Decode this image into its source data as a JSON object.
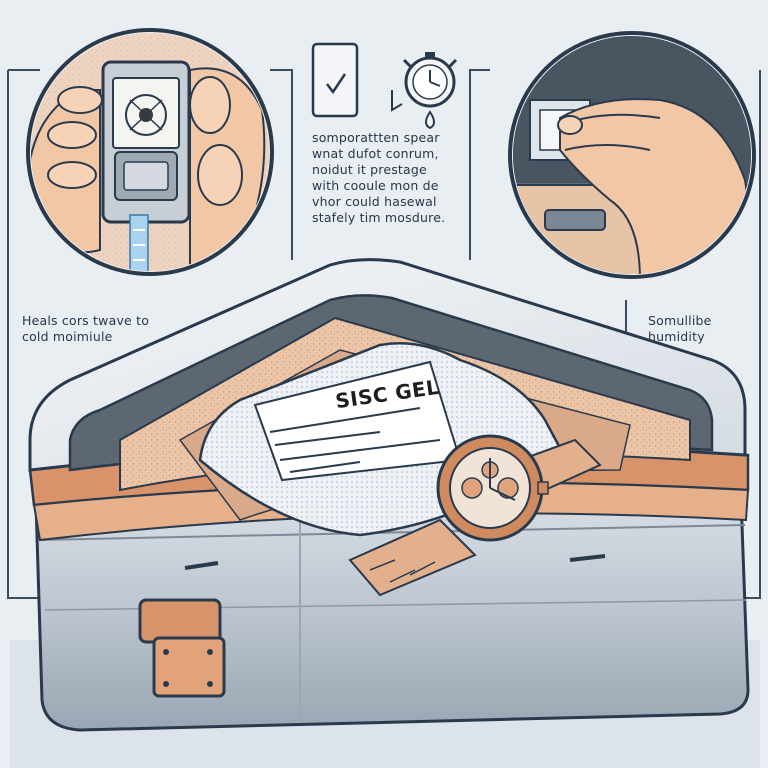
{
  "center_text": {
    "lines": [
      "somporattten spear",
      "wnat dufot conrum,",
      "noidut it prestage",
      "with cooule mon de",
      "vhor could hasewal",
      "stafely tim mosdure."
    ]
  },
  "left_caption": {
    "lines": [
      "Heals cors twave to",
      "cold moimiule"
    ]
  },
  "right_caption": {
    "lines": [
      "Somullibe",
      "humidity"
    ]
  },
  "packet": {
    "title": "SISC GEL"
  },
  "colors": {
    "background": "#e9eef3",
    "line": "#2a3a4d",
    "skin": "#f2c7a6",
    "foam": "#ecc4a6",
    "metal": "#c9d0d8",
    "copper": "#d9936a"
  },
  "icons": [
    "checkmark-card-icon",
    "stopwatch-icon",
    "droplet-icon"
  ]
}
